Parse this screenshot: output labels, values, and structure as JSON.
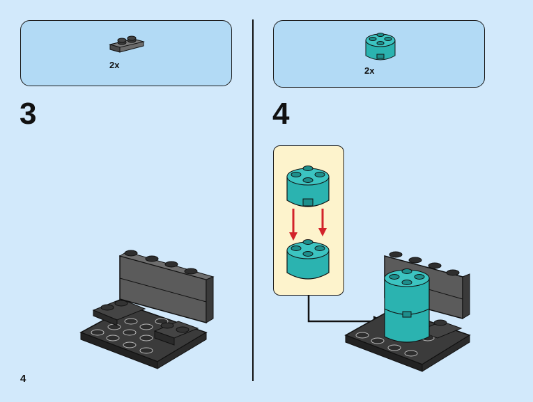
{
  "page": {
    "number": "4"
  },
  "steps": [
    {
      "number": "3",
      "parts": [
        {
          "qty": "2x",
          "piece": "dark-gray-plate-1x2"
        }
      ]
    },
    {
      "number": "4",
      "parts": [
        {
          "qty": "2x",
          "piece": "teal-round-brick-2x2"
        }
      ]
    }
  ],
  "colors": {
    "background": "#d2e9fb",
    "parts_box": "#b2daf5",
    "callout": "#fdf3cc",
    "teal": "#2bb3b0",
    "dark_gray": "#5b5b5b",
    "arrow_red": "#d2232a"
  }
}
